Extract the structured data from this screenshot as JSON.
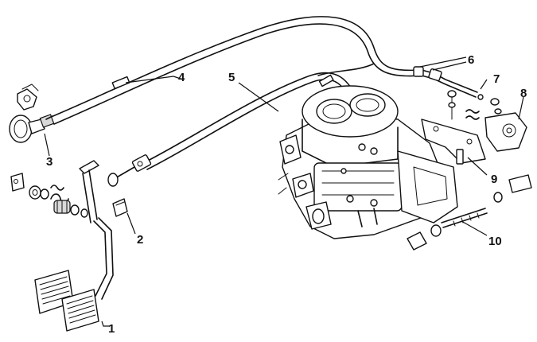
{
  "callouts": {
    "c1": "1",
    "c2": "2",
    "c3": "3",
    "c4": "4",
    "c5": "5",
    "c6": "6",
    "c7": "7",
    "c8": "8",
    "c9": "9",
    "c10": "10"
  },
  "ink_color": "#111111",
  "background_color": "#ffffff"
}
